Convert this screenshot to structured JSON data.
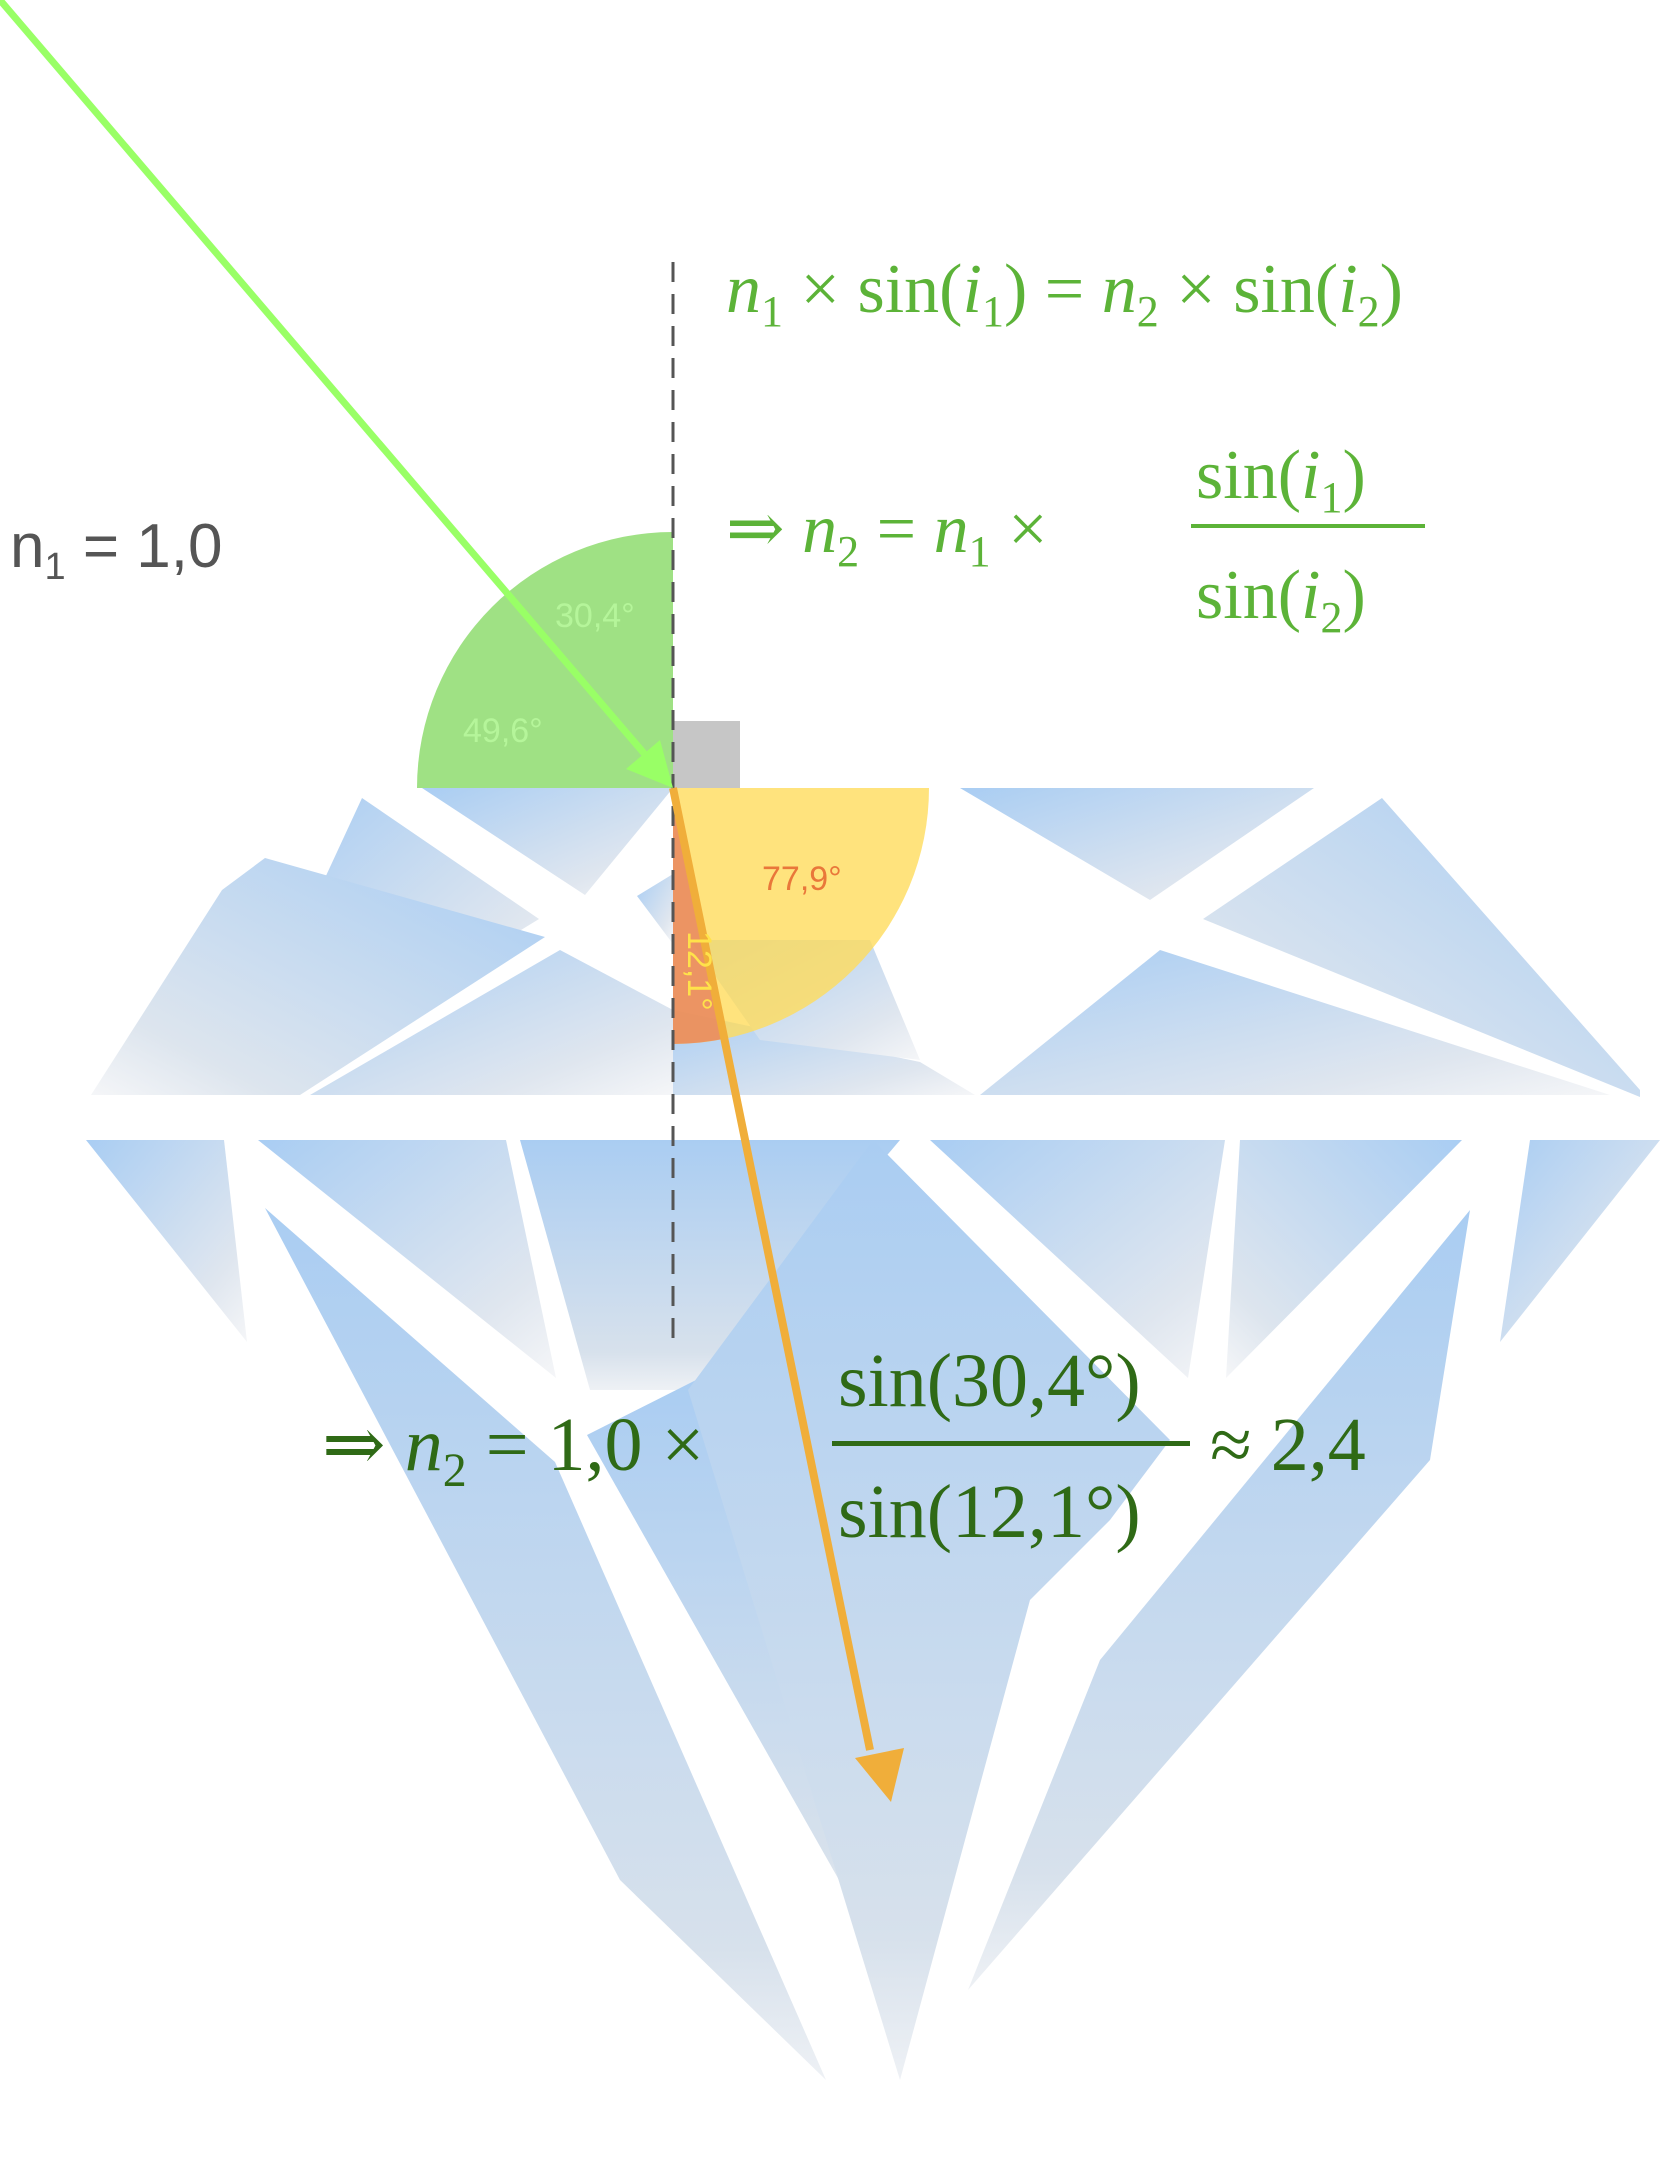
{
  "medium_label": {
    "n": "n",
    "sub": "1",
    "rest": " = 1,0"
  },
  "angles": {
    "incidence": "30,4°",
    "complement_incident": "49,6°",
    "refraction": "12,1°",
    "complement_refracted": "77,9°"
  },
  "law": {
    "n": "n",
    "one": "1",
    "two": "2",
    "times": " × sin(",
    "i": "i",
    "close": ")",
    "eq": " = "
  },
  "rearranged": {
    "arrow": "⇒ ",
    "n": "n",
    "i": "i",
    "one": "1",
    "two": "2",
    "eq": " = ",
    "times": " × ",
    "sin_open": "sin(",
    "close": ")"
  },
  "result": {
    "prefix": "⇒ ",
    "n": "n",
    "sub": "2",
    "mid": " = 1,0 ×",
    "numerator": "sin(30,4°)",
    "denominator_text": "sin(12,1",
    "denominator_degree": "°",
    "denominator_close": ")",
    "approx": "≈ 2,4"
  },
  "colors": {
    "incident_ray": "#99ff66",
    "refracted_ray": "#f0ae3a",
    "formula_light": "#5cb338",
    "formula_dark": "#2f6a16",
    "diamond_blue": "#a9cdf3",
    "sector_green": "#8edc6e",
    "sector_yellow": "#ffdc5c",
    "sector_orange": "#e9865e",
    "normal_line": "#555555",
    "label_gray": "#555555"
  }
}
